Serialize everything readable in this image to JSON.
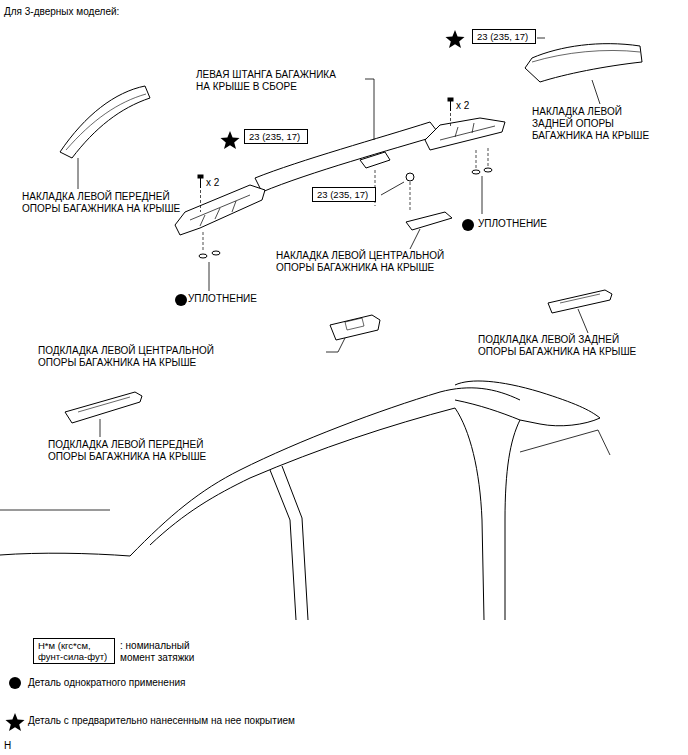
{
  "diagram": {
    "nodes": [
      {
        "text": [
          "23 (235, 17)"
        ]
      },
      {
        "text": [
          "23 (235, 17)"
        ]
      },
      {
        "text": [
          "23 (235, 17)"
        ]
      },
      {
        "text": [
          "Н*м (кгс*см, фунт-сила-фут)"
        ]
      }
    ],
    "labels": [
      "Для 3-дверных моделей:",
      "ЛЕВАЯ ШТАНГА БАГАЖНИКА НА КРЫШЕ В СБОРЕ",
      "x 2",
      "x 2",
      "НАКЛАДКА ЛЕВОЙ ЗАДНЕЙ ОПОРЫ БАГАЖНИКА НА КРЫШЕ",
      "НАКЛАДКА ЛЕВОЙ ПЕРЕДНЕЙ ОПОРЫ БАГАЖНИКА НА КРЫШЕ",
      "УПЛОТНЕНИЕ",
      "НАКЛАДКА ЛЕВОЙ ЦЕНТРАЛЬНОЙ ОПОРЫ БАГАЖНИКА НА КРЫШЕ",
      "УПЛОТНЕНИЕ",
      "ПОДКЛАДКА ЛЕВОЙ ЦЕНТРАЛЬНОЙ ОПОРЫ БАГАЖНИКА НА КРЫШЕ",
      "ПОДКЛАДКА ЛЕВОЙ ЗАДНЕЙ ОПОРЫ БАГАЖНИКА НА КРЫШЕ",
      "ПОДКЛАДКА ЛЕВОЙ ПЕРЕДНЕЙ ОПОРЫ БАГАЖНИКА НА КРЫШЕ",
      ": номинальный момент затяжки",
      "H"
    ],
    "legend": [
      {
        "text": "Деталь однократного применения"
      },
      {
        "text": "Деталь с предварительно нанесенным на нее покрытием"
      }
    ]
  }
}
